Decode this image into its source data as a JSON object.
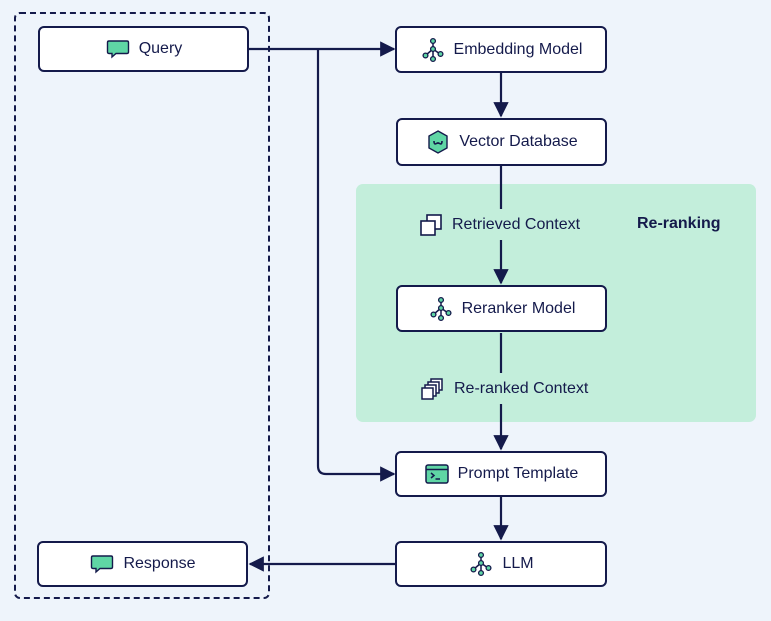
{
  "group": {
    "label": "Re-ranking"
  },
  "nodes": {
    "query": {
      "label": "Query",
      "icon": "chat-bubble-icon"
    },
    "embedding": {
      "label": "Embedding Model",
      "icon": "network-nodes-icon"
    },
    "vectordb": {
      "label": "Vector Database",
      "icon": "database-hexagon-icon"
    },
    "reranker": {
      "label": "Reranker Model",
      "icon": "network-nodes-icon"
    },
    "prompt": {
      "label": "Prompt Template",
      "icon": "terminal-window-icon"
    },
    "llm": {
      "label": "LLM",
      "icon": "network-nodes-icon"
    },
    "response": {
      "label": "Response",
      "icon": "chat-bubble-icon"
    }
  },
  "edge_labels": {
    "retrieved": {
      "label": "Retrieved Context",
      "icon": "stacked-squares-icon"
    },
    "reranked": {
      "label": "Re-ranked Context",
      "icon": "stacked-layers-icon"
    }
  },
  "colors": {
    "ink": "#141a4b",
    "accent_green": "#5fd6a5",
    "group_fill": "#c3eedb",
    "background": "#eef4fb"
  }
}
